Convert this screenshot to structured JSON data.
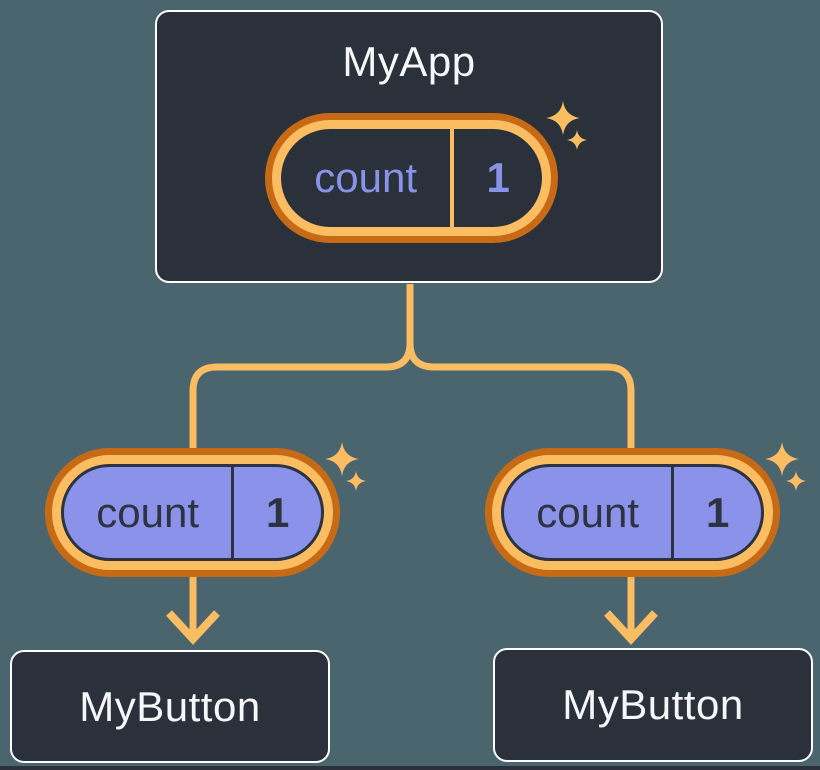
{
  "diagram": {
    "root": {
      "name": "MyApp",
      "state": {
        "label": "count",
        "value": "1"
      }
    },
    "children": [
      {
        "name": "MyButton",
        "state": {
          "label": "count",
          "value": "1"
        }
      },
      {
        "name": "MyButton",
        "state": {
          "label": "count",
          "value": "1"
        }
      }
    ]
  },
  "colors": {
    "background": "#4a656e",
    "node_fill": "#2b313b",
    "node_border": "#fdfdfd",
    "node_text": "#f6f7f9",
    "pill_outer_ring": "#c76a15",
    "pill_inner_ring": "#fabd62",
    "pill_fill_child": "#8a92e9",
    "pill_text_dark": "#2d3340",
    "pill_text_accent": "#8893e8",
    "wire": "#fabd62",
    "sparkle": "#fabd62"
  }
}
